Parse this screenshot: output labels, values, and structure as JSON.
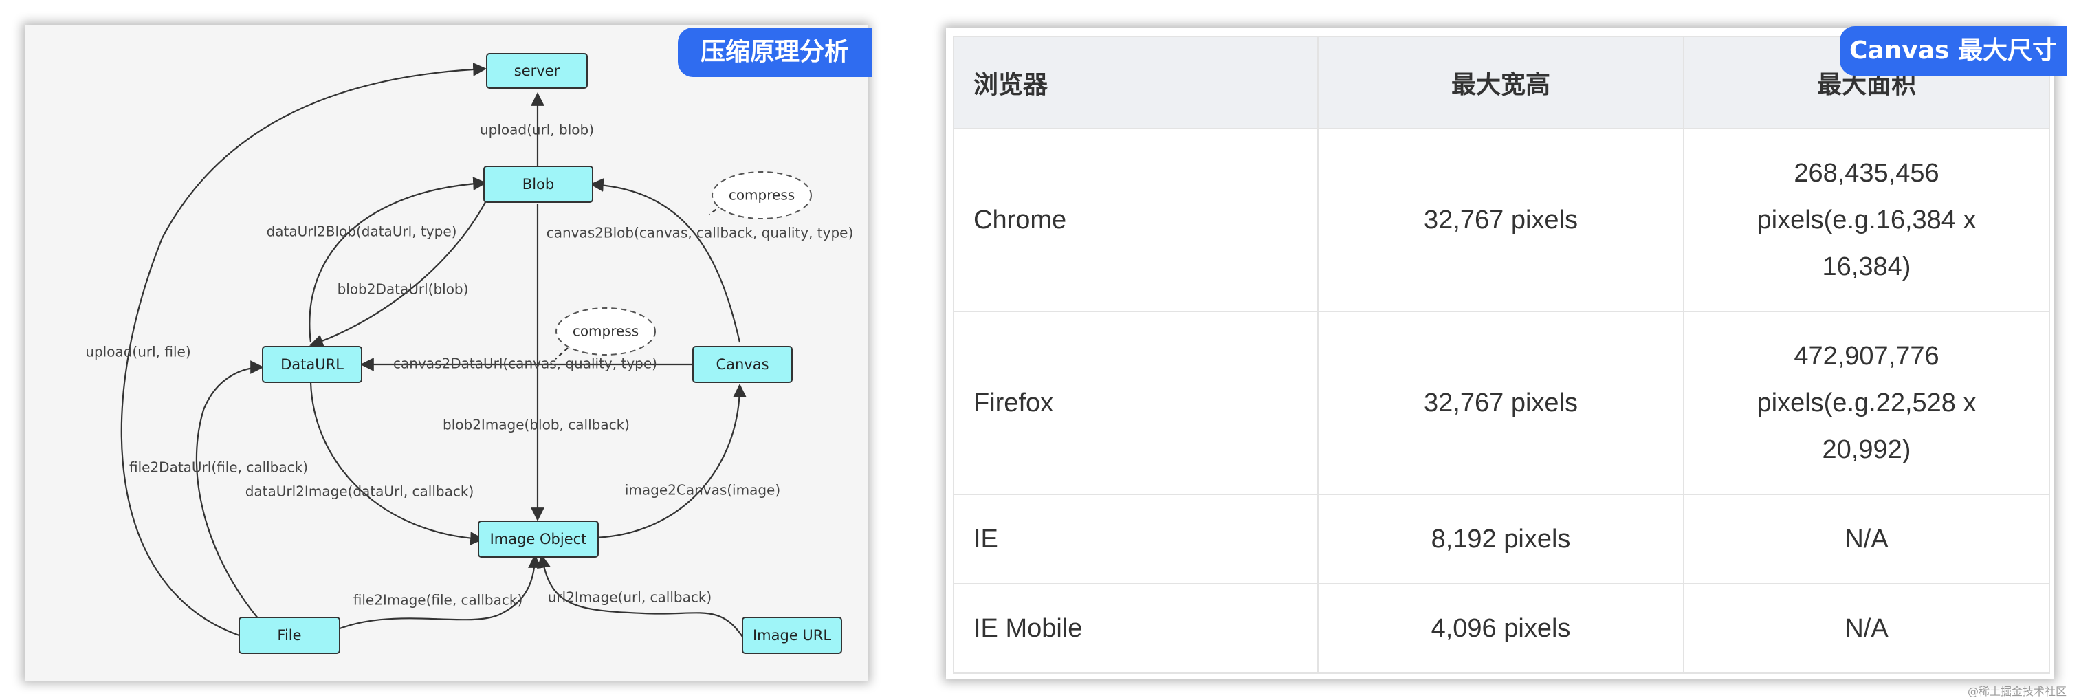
{
  "left_panel": {
    "badge": "压缩原理分析",
    "nodes": {
      "server": "server",
      "blob": "Blob",
      "dataurl": "DataURL",
      "canvas": "Canvas",
      "image_object": "Image Object",
      "file": "File",
      "image_url": "Image URL"
    },
    "edges": {
      "upload_blob": "upload(url, blob)",
      "upload_file": "upload(url, file)",
      "dataurl2blob": "dataUrl2Blob(dataUrl, type)",
      "blob2dataurl": "blob2DataUrl(blob)",
      "canvas2blob": "canvas2Blob(canvas, callback, quality, type)",
      "canvas2dataurl": "canvas2DataUrl(canvas, quality, type)",
      "blob2image": "blob2Image(blob, callback)",
      "file2dataurl": "file2DataUrl(file, callback)",
      "dataurl2image": "dataUrl2Image(dataUrl, callback)",
      "image2canvas": "image2Canvas(image)",
      "file2image": "file2Image(file, callback)",
      "url2image": "url2Image(url, callback)"
    },
    "bubbles": {
      "compress_top": "compress",
      "compress_mid": "compress"
    }
  },
  "right_panel": {
    "badge": "Canvas 最大尺寸",
    "table": {
      "headers": [
        "浏览器",
        "最大宽高",
        "最大面积"
      ],
      "rows": [
        {
          "browser": "Chrome",
          "max_dim": "32,767 pixels",
          "max_area": "268,435,456 pixels(e.g.16,384 x 16,384)"
        },
        {
          "browser": "Firefox",
          "max_dim": "32,767 pixels",
          "max_area": "472,907,776 pixels(e.g.22,528 x 20,992)"
        },
        {
          "browser": "IE",
          "max_dim": "8,192 pixels",
          "max_area": "N/A"
        },
        {
          "browser": "IE Mobile",
          "max_dim": "4,096 pixels",
          "max_area": "N/A"
        }
      ]
    }
  },
  "watermark": "@稀土掘金技术社区"
}
